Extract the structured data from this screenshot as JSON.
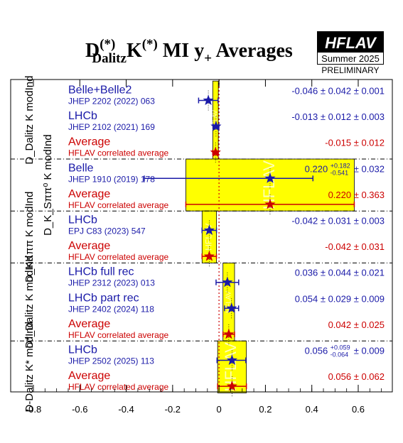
{
  "title": {
    "main_prefix": "D",
    "main_prefix_sup": "(*)",
    "main_prefix_sub": "Dalitz",
    "main_mid": "K",
    "main_mid_sup": "(*)",
    "main_suffix": " MI y",
    "main_suffix_sub": "+",
    "main_end": " Averages"
  },
  "logo": {
    "name": "HFLAV",
    "season": "Summer 2025",
    "status": "PRELIMINARY"
  },
  "colors": {
    "measurement": "#1a1aa8",
    "average": "#cc0000",
    "band": "#ffff00",
    "reference_line": "#cc0000"
  },
  "chart_data": {
    "type": "scatter",
    "xlim": [
      -0.8,
      0.7
    ],
    "xticks": [
      "-0.8",
      "-0.6",
      "-0.4",
      "-0.2",
      "0",
      "0.2",
      "0.4",
      "0.6"
    ],
    "xtick_values": [
      -0.8,
      -0.6,
      -0.4,
      -0.2,
      0,
      0.2,
      0.4,
      0.6
    ],
    "band_watermark": "HFLAV",
    "groups": [
      {
        "label": "D_Dalitz K modInd",
        "band": [
          -0.027,
          -0.003
        ],
        "entries": [
          {
            "kind": "measurement",
            "name": "Belle+Belle2",
            "ref": "JHEP 2202 (2022) 063",
            "value": -0.046,
            "stat": 0.042,
            "syst": 0.001,
            "result_text": "-0.046 ± 0.042 ± 0.001"
          },
          {
            "kind": "measurement",
            "name": "LHCb",
            "ref": "JHEP 2102 (2021) 169",
            "value": -0.013,
            "stat": 0.012,
            "syst": 0.003,
            "result_text": "-0.013 ± 0.012 ± 0.003"
          },
          {
            "kind": "average",
            "name": "Average",
            "ref": "HFLAV correlated average",
            "value": -0.015,
            "stat": 0.012,
            "syst": 0,
            "result_text": "-0.015 ± 0.012"
          }
        ]
      },
      {
        "label": "D_K_Sππ⁰ K modInd",
        "band": [
          -0.143,
          0.583
        ],
        "entries": [
          {
            "kind": "measurement",
            "name": "Belle",
            "ref": "JHEP 1910 (2019) 178",
            "value": 0.22,
            "stat_hi": 0.182,
            "stat_lo": 0.541,
            "syst": 0.032,
            "result_value": "0.220",
            "result_plus": "+0.182",
            "result_minus": "-0.541",
            "result_syst": "± 0.032"
          },
          {
            "kind": "average",
            "name": "Average",
            "ref": "HFLAV correlated average",
            "value": 0.22,
            "stat": 0.363,
            "syst": 0,
            "result_text": "0.220 ± 0.363"
          }
        ]
      },
      {
        "label": "D_KKππ K modInd",
        "band": [
          -0.073,
          -0.011
        ],
        "entries": [
          {
            "kind": "measurement",
            "name": "LHCb",
            "ref": "EPJ C83 (2023) 547",
            "value": -0.042,
            "stat": 0.031,
            "syst": 0.003,
            "result_text": "-0.042 ± 0.031 ± 0.003"
          },
          {
            "kind": "average",
            "name": "Average",
            "ref": "HFLAV correlated average",
            "value": -0.042,
            "stat": 0.031,
            "syst": 0,
            "result_text": "-0.042 ± 0.031"
          }
        ]
      },
      {
        "label": "D*_Dalitz K modInd",
        "band": [
          0.017,
          0.067
        ],
        "entries": [
          {
            "kind": "measurement",
            "name": "LHCb full rec",
            "ref": "JHEP 2312 (2023) 013",
            "value": 0.036,
            "stat": 0.044,
            "syst": 0.021,
            "result_text": "0.036 ± 0.044 ± 0.021"
          },
          {
            "kind": "measurement",
            "name": "LHCb part rec",
            "ref": "JHEP 2402 (2024) 118",
            "value": 0.054,
            "stat": 0.029,
            "syst": 0.009,
            "result_text": "0.054 ± 0.029 ± 0.009"
          },
          {
            "kind": "average",
            "name": "Average",
            "ref": "HFLAV correlated average",
            "value": 0.042,
            "stat": 0.025,
            "syst": 0,
            "result_text": "0.042 ± 0.025"
          }
        ]
      },
      {
        "label": "D-Dalitz K* modInd",
        "band": [
          -0.006,
          0.118
        ],
        "entries": [
          {
            "kind": "measurement",
            "name": "LHCb",
            "ref": "JHEP 2502 (2025) 113",
            "value": 0.056,
            "stat_hi": 0.059,
            "stat_lo": 0.064,
            "syst": 0.009,
            "result_value": "0.056",
            "result_plus": "+0.059",
            "result_minus": "-0.064",
            "result_syst": "± 0.009"
          },
          {
            "kind": "average",
            "name": "Average",
            "ref": "HFLAV correlated average",
            "value": 0.056,
            "stat": 0.062,
            "syst": 0,
            "result_text": "0.056 ± 0.062"
          }
        ]
      }
    ]
  }
}
